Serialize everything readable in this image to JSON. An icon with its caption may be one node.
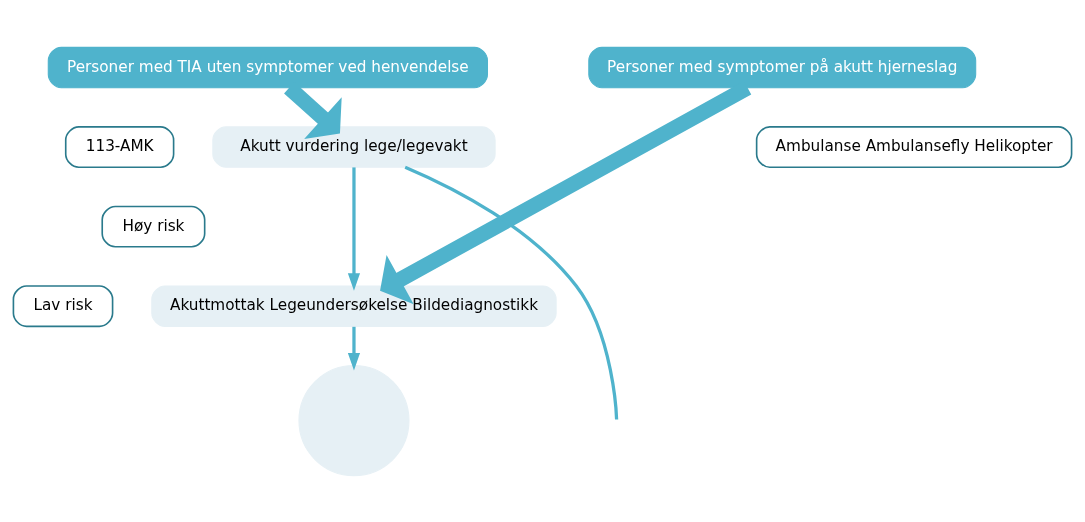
{
  "diagram": {
    "nodes": [
      {
        "text": [
          "Personer med TIA uten symptomer ved henvendelse"
        ]
      },
      {
        "text": [
          "Personer med symptomer på akutt hjerneslag"
        ]
      },
      {
        "text": [
          "Akutt vurdering lege/legevakt"
        ]
      },
      {
        "text": [
          "113-AMK"
        ]
      },
      {
        "text": [
          "Ambulanse Ambulansefly Helikopter"
        ]
      },
      {
        "text": [
          "Høy risk"
        ]
      },
      {
        "text": [
          "Lav risk"
        ]
      },
      {
        "text": [
          "Akuttmottak Legeundersøkelse Bildediagnostikk"
        ]
      },
      {
        "text": [],
        "shape": "circle"
      }
    ],
    "edges": [
      {
        "from": 0,
        "to": 2,
        "arrow": "to",
        "style": "thick"
      },
      {
        "from": 1,
        "to": 7,
        "arrow": "to",
        "style": "thick"
      },
      {
        "from": 2,
        "to": 7,
        "arrow": "to"
      },
      {
        "from": 2,
        "to": null,
        "arrow": "none"
      },
      {
        "from": 7,
        "to": 8,
        "arrow": "to"
      }
    ]
  }
}
